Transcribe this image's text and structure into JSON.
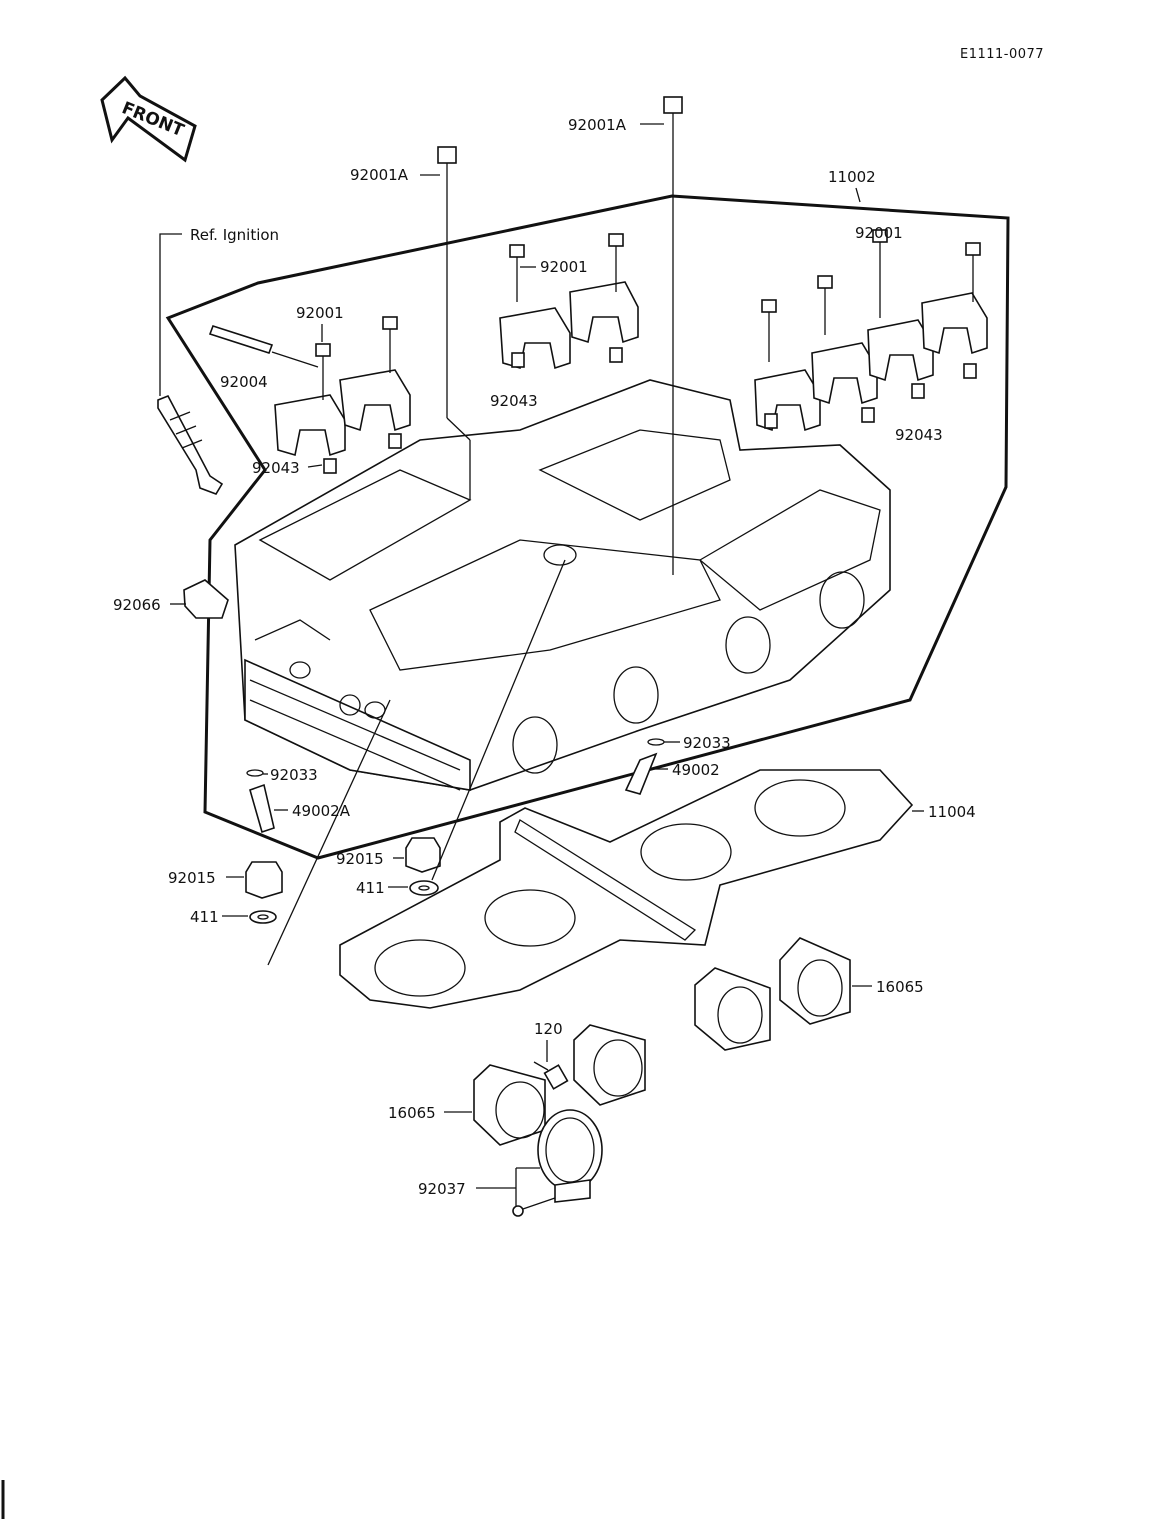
{
  "diagram": {
    "code": "E1111-0077",
    "front_label": "FRONT",
    "ref_label": "Ref. Ignition",
    "labels": {
      "p92001A_left": "92001A",
      "p92001A_right": "92001A",
      "p11002": "11002",
      "p92001_a": "92001",
      "p92001_b": "92001",
      "p92001_c": "92001",
      "p92004": "92004",
      "p92043_a": "92043",
      "p92043_b": "92043",
      "p92043_c": "92043",
      "p92066": "92066",
      "p92033_a": "92033",
      "p92033_b": "92033",
      "p49002": "49002",
      "p49002A": "49002A",
      "p11004": "11004",
      "p92015_a": "92015",
      "p92015_b": "92015",
      "p411_a": "411",
      "p411_b": "411",
      "p16065_a": "16065",
      "p16065_b": "16065",
      "p120": "120",
      "p92037": "92037"
    }
  }
}
